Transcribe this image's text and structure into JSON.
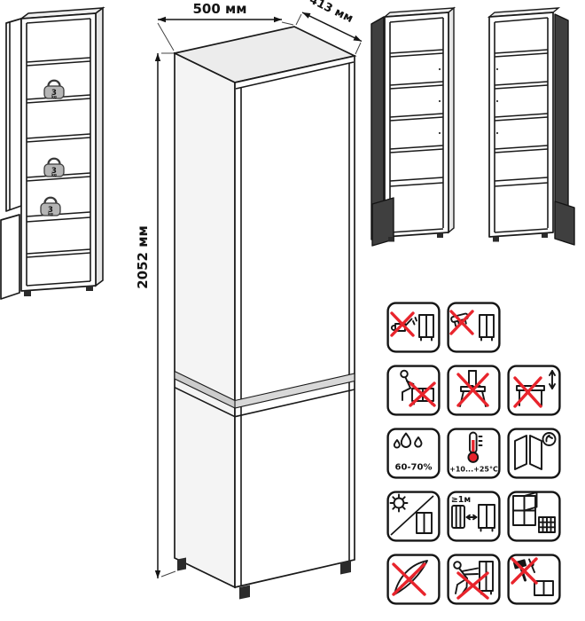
{
  "diagram": {
    "dimensions": {
      "width": "500 мм",
      "depth": "413 мм",
      "height": "2052 мм"
    },
    "shelf_weight": {
      "value": "3",
      "unit": "kg"
    }
  },
  "care_icons": {
    "humidity_label": "60-70%",
    "temperature_label": "+10...+25°С",
    "distance_label": "≥1м",
    "items": [
      "no-wet-cleaning-icon",
      "no-abrasive-cleaning-icon",
      "no-sitting-icon",
      "no-standing-icon",
      "no-vertical-pull-icon",
      "humidity-60-70-icon",
      "temperature-range-icon",
      "careful-door-handling-icon",
      "no-direct-sunlight-icon",
      "heater-distance-icon",
      "ventilation-icon",
      "no-scratching-icon",
      "no-dragging-icon",
      "no-tools-impact-icon"
    ]
  },
  "colors": {
    "line": "#1a1a1a",
    "warning_red": "#e8242c",
    "door_dark": "#3f3f3f",
    "weight_gray": "#b5b5b5"
  }
}
